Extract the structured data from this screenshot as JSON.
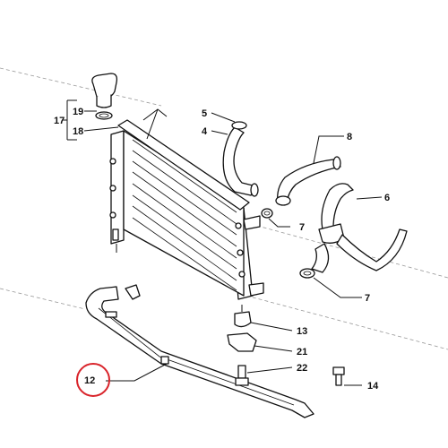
{
  "diagram": {
    "labels": {
      "l17": "17",
      "l19": "19",
      "l18": "18",
      "l5": "5",
      "l4": "4",
      "l8": "8",
      "l6": "6",
      "l7a": "7",
      "l7b": "7",
      "l13": "13",
      "l21": "21",
      "l22": "22",
      "l12": "12",
      "l14": "14"
    },
    "colors": {
      "highlight_circle": "#d9242b",
      "line": "#111111",
      "background": "#ffffff"
    }
  }
}
